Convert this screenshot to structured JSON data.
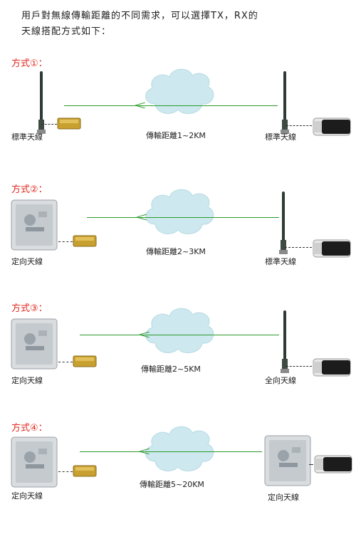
{
  "intro": {
    "line1": "用戶對無線傳輸距離的不同需求，可以選擇TX，RX的",
    "line2": "天線搭配方式如下："
  },
  "sections": [
    {
      "heading": "方式①：",
      "left_label": "標準天線",
      "distance": "傳輸距離1~2KM",
      "right_label": "標準天線"
    },
    {
      "heading": "方式②：",
      "left_label": "定向天線",
      "distance": "傳輸距離2~3KM",
      "right_label": "標準天線"
    },
    {
      "heading": "方式③：",
      "left_label": "定向天線",
      "distance": "傳輸距離2~5KM",
      "right_label": "全向天線"
    },
    {
      "heading": "方式④：",
      "left_label": "定向天線",
      "distance": "傳輸距離5~20KM",
      "right_label": "定向天線"
    }
  ],
  "colors": {
    "heading": "#e0281e",
    "link": "#2a9a2a",
    "cloud": "#cde8ee",
    "transmitter": "#c8a030"
  },
  "icons": [
    "rod-antenna-icon",
    "panel-antenna-icon",
    "transmitter-icon",
    "camera-icon",
    "cloud-icon"
  ]
}
